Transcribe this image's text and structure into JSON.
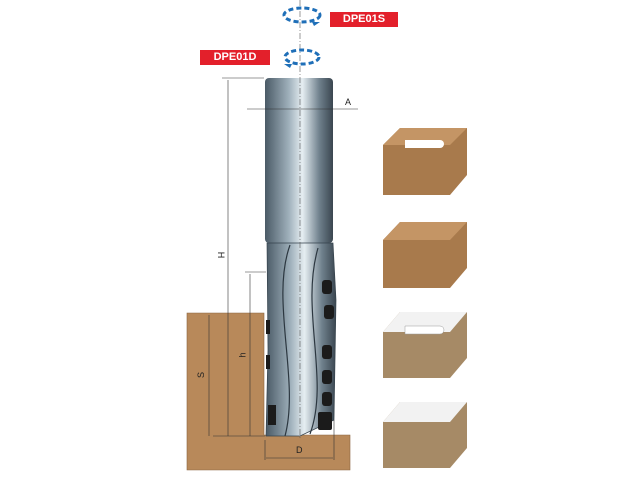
{
  "labels": {
    "model_s": "DPE01S",
    "model_d": "DPE01D",
    "dim_a": "A",
    "dim_h_total": "H",
    "dim_h_cut": "h",
    "dim_s": "S",
    "dim_d": "D"
  },
  "colors": {
    "tag": "#e3202b",
    "wood": "#b8895a",
    "arrow": "#1f6fb8"
  }
}
